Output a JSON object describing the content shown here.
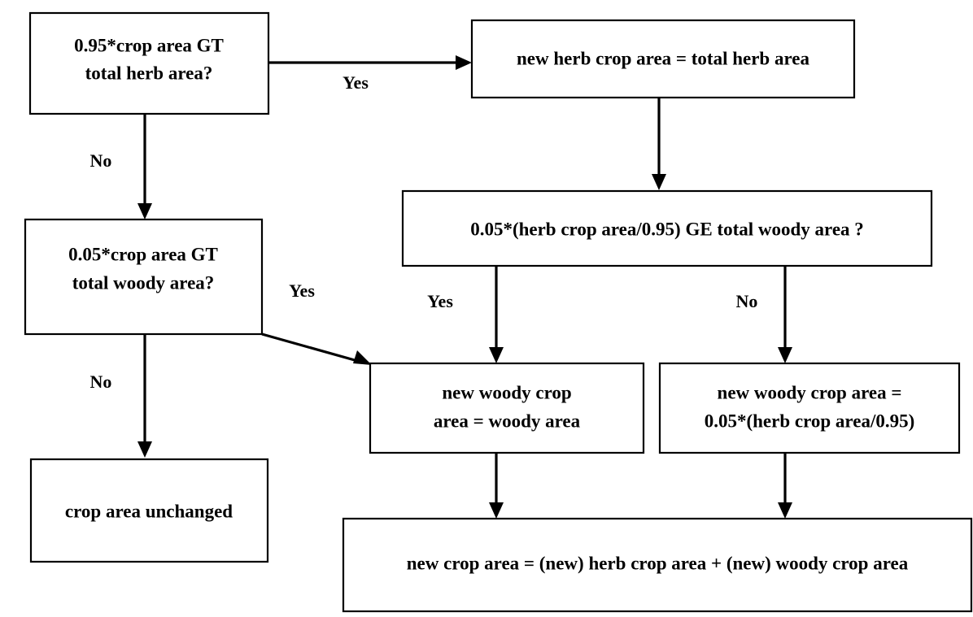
{
  "diagram": {
    "type": "flowchart",
    "title": "",
    "background_color": "#ffffff",
    "line_color": "#000000",
    "text_color": "#000000",
    "nodes": [
      {
        "id": "d1",
        "kind": "decision",
        "lines": [
          "0.95*crop area GT",
          "total herb area?"
        ]
      },
      {
        "id": "p1",
        "kind": "process",
        "lines": [
          "new herb crop area = total herb area"
        ]
      },
      {
        "id": "d2",
        "kind": "decision",
        "lines": [
          "0.05*crop area GT",
          "total woody area?"
        ]
      },
      {
        "id": "d3",
        "kind": "decision",
        "lines": [
          "0.05*(herb crop area/0.95) GE total woody area ?"
        ]
      },
      {
        "id": "p2",
        "kind": "terminal",
        "lines": [
          "crop area unchanged"
        ]
      },
      {
        "id": "p3",
        "kind": "process",
        "lines": [
          "new woody crop",
          "area = woody area"
        ]
      },
      {
        "id": "p4",
        "kind": "process",
        "lines": [
          "new woody crop area =",
          "0.05*(herb crop area/0.95)"
        ]
      },
      {
        "id": "p5",
        "kind": "process",
        "lines": [
          "new crop area = (new) herb crop area + (new) woody crop area"
        ]
      }
    ],
    "edges": [
      {
        "id": "e1",
        "from": "d1",
        "to": "p1",
        "label": "Yes"
      },
      {
        "id": "e2",
        "from": "d1",
        "to": "d2",
        "label": "No"
      },
      {
        "id": "e3",
        "from": "p1",
        "to": "d3",
        "label": ""
      },
      {
        "id": "e4",
        "from": "d2",
        "to": "p3",
        "label": "Yes"
      },
      {
        "id": "e5",
        "from": "d2",
        "to": "p2",
        "label": "No"
      },
      {
        "id": "e6",
        "from": "d3",
        "to": "p3",
        "label": "Yes"
      },
      {
        "id": "e7",
        "from": "d3",
        "to": "p4",
        "label": "No"
      },
      {
        "id": "e8",
        "from": "p3",
        "to": "p5",
        "label": ""
      },
      {
        "id": "e9",
        "from": "p4",
        "to": "p5",
        "label": ""
      }
    ]
  }
}
